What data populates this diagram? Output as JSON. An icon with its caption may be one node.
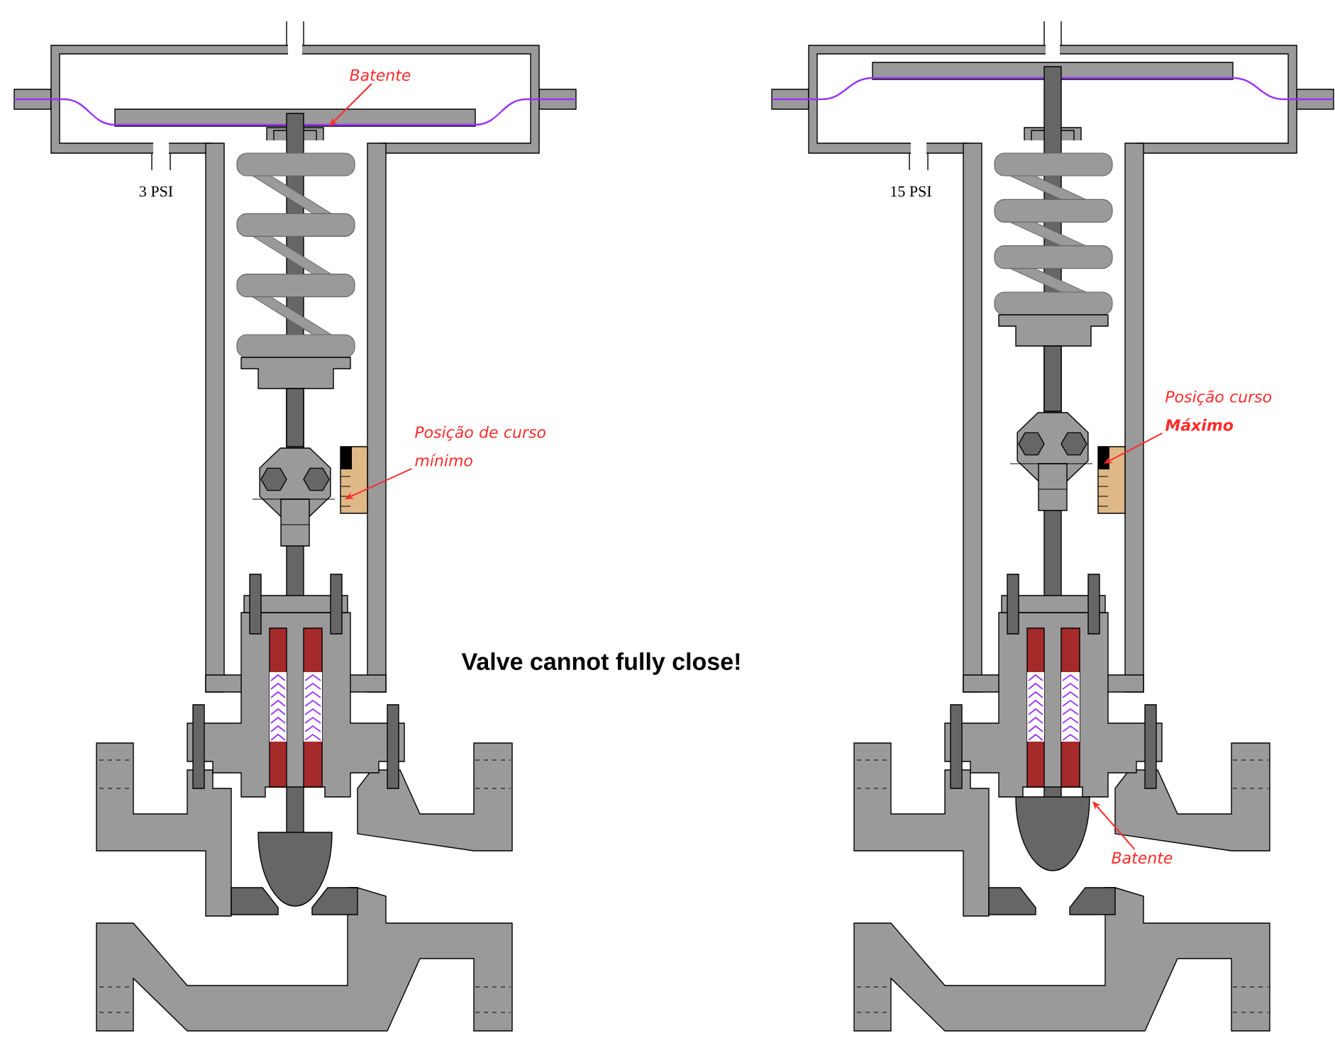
{
  "diagram": {
    "nodes": [
      {
        "text": [
          "Batente"
        ]
      },
      {
        "text": [
          "Posição de curso mínimo"
        ]
      },
      {
        "text": [
          "Posição curso **Máximo**"
        ]
      },
      {
        "text": [
          "Batente"
        ]
      }
    ],
    "edges": [
      {
        "from": 0,
        "to": null,
        "arrow": "to"
      },
      {
        "from": 1,
        "to": null,
        "arrow": "to"
      },
      {
        "from": 2,
        "to": null,
        "arrow": "to"
      },
      {
        "from": 3,
        "to": null,
        "arrow": "to"
      }
    ],
    "labels": [
      "3 PSI",
      "15 PSI",
      "Valve cannot fully close!"
    ]
  }
}
